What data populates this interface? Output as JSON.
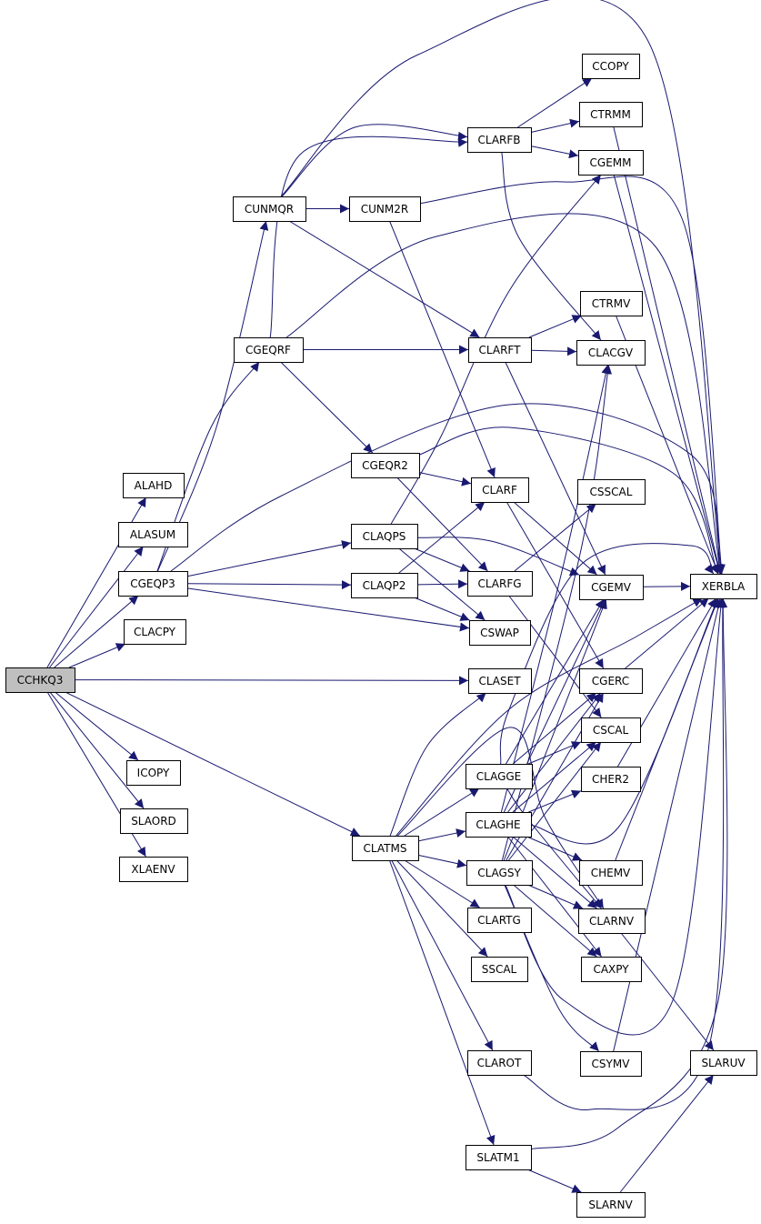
{
  "graph": {
    "root": "CCHKQ3",
    "colors": {
      "edge": "#191970",
      "root_fill": "#bfbfbf",
      "node_fill": "#ffffff",
      "node_stroke": "#000000",
      "text": "#000000"
    },
    "nodes": [
      {
        "id": "CCHKQ3",
        "label": "CCHKQ3"
      },
      {
        "id": "ALAHD",
        "label": "ALAHD"
      },
      {
        "id": "ALASUM",
        "label": "ALASUM"
      },
      {
        "id": "CGEQP3",
        "label": "CGEQP3"
      },
      {
        "id": "CLACPY",
        "label": "CLACPY"
      },
      {
        "id": "ICOPY",
        "label": "ICOPY"
      },
      {
        "id": "SLAORD",
        "label": "SLAORD"
      },
      {
        "id": "XLAENV",
        "label": "XLAENV"
      },
      {
        "id": "CUNMQR",
        "label": "CUNMQR"
      },
      {
        "id": "CGEQRF",
        "label": "CGEQRF"
      },
      {
        "id": "CUNM2R",
        "label": "CUNM2R"
      },
      {
        "id": "CGEQR2",
        "label": "CGEQR2"
      },
      {
        "id": "CLAQPS",
        "label": "CLAQPS"
      },
      {
        "id": "CLAQP2",
        "label": "CLAQP2"
      },
      {
        "id": "CLATMS",
        "label": "CLATMS"
      },
      {
        "id": "CLARFB",
        "label": "CLARFB"
      },
      {
        "id": "CLARFT",
        "label": "CLARFT"
      },
      {
        "id": "CLARF",
        "label": "CLARF"
      },
      {
        "id": "CLARFG",
        "label": "CLARFG"
      },
      {
        "id": "CSWAP",
        "label": "CSWAP"
      },
      {
        "id": "CLASET",
        "label": "CLASET"
      },
      {
        "id": "CLAGGE",
        "label": "CLAGGE"
      },
      {
        "id": "CLAGHE",
        "label": "CLAGHE"
      },
      {
        "id": "CLAGSY",
        "label": "CLAGSY"
      },
      {
        "id": "CLARTG",
        "label": "CLARTG"
      },
      {
        "id": "SSCAL",
        "label": "SSCAL"
      },
      {
        "id": "CLAROT",
        "label": "CLAROT"
      },
      {
        "id": "SLATM1",
        "label": "SLATM1"
      },
      {
        "id": "CCOPY",
        "label": "CCOPY"
      },
      {
        "id": "CTRMM",
        "label": "CTRMM"
      },
      {
        "id": "CGEMM",
        "label": "CGEMM"
      },
      {
        "id": "CTRMV",
        "label": "CTRMV"
      },
      {
        "id": "CLACGV",
        "label": "CLACGV"
      },
      {
        "id": "CSSCAL",
        "label": "CSSCAL"
      },
      {
        "id": "CGEMV",
        "label": "CGEMV"
      },
      {
        "id": "CGERC",
        "label": "CGERC"
      },
      {
        "id": "CSCAL",
        "label": "CSCAL"
      },
      {
        "id": "CHER2",
        "label": "CHER2"
      },
      {
        "id": "CHEMV",
        "label": "CHEMV"
      },
      {
        "id": "CLARNV",
        "label": "CLARNV"
      },
      {
        "id": "CAXPY",
        "label": "CAXPY"
      },
      {
        "id": "CSYMV",
        "label": "CSYMV"
      },
      {
        "id": "SLARNV",
        "label": "SLARNV"
      },
      {
        "id": "XERBLA",
        "label": "XERBLA"
      },
      {
        "id": "SLARUV",
        "label": "SLARUV"
      }
    ],
    "edges": [
      [
        "CCHKQ3",
        "ALAHD"
      ],
      [
        "CCHKQ3",
        "ALASUM"
      ],
      [
        "CCHKQ3",
        "CGEQP3"
      ],
      [
        "CCHKQ3",
        "CLACPY"
      ],
      [
        "CCHKQ3",
        "CLASET"
      ],
      [
        "CCHKQ3",
        "ICOPY"
      ],
      [
        "CCHKQ3",
        "SLAORD"
      ],
      [
        "CCHKQ3",
        "XLAENV"
      ],
      [
        "CCHKQ3",
        "CLATMS"
      ],
      [
        "CGEQP3",
        "CUNMQR"
      ],
      [
        "CGEQP3",
        "CGEQRF"
      ],
      [
        "CGEQP3",
        "CLAQPS"
      ],
      [
        "CGEQP3",
        "CLAQP2"
      ],
      [
        "CGEQP3",
        "CSWAP"
      ],
      [
        "CGEQP3",
        "XERBLA"
      ],
      [
        "CUNMQR",
        "CLARFB"
      ],
      [
        "CUNMQR",
        "CUNM2R"
      ],
      [
        "CUNMQR",
        "CLARFT"
      ],
      [
        "CUNMQR",
        "XERBLA"
      ],
      [
        "CGEQRF",
        "CLARFB"
      ],
      [
        "CGEQRF",
        "CLARFT"
      ],
      [
        "CGEQRF",
        "CGEQR2"
      ],
      [
        "CGEQRF",
        "XERBLA"
      ],
      [
        "CUNM2R",
        "CLARF"
      ],
      [
        "CUNM2R",
        "XERBLA"
      ],
      [
        "CGEQR2",
        "CLARF"
      ],
      [
        "CGEQR2",
        "CLARFG"
      ],
      [
        "CGEQR2",
        "XERBLA"
      ],
      [
        "CLAQPS",
        "CGEMM"
      ],
      [
        "CLAQPS",
        "CLARFG"
      ],
      [
        "CLAQPS",
        "CGEMV"
      ],
      [
        "CLAQPS",
        "CSWAP"
      ],
      [
        "CLAQP2",
        "CLARF"
      ],
      [
        "CLAQP2",
        "CLARFG"
      ],
      [
        "CLAQP2",
        "CSWAP"
      ],
      [
        "CLARFB",
        "CCOPY"
      ],
      [
        "CLARFB",
        "CTRMM"
      ],
      [
        "CLARFB",
        "CGEMM"
      ],
      [
        "CLARFB",
        "CLACGV"
      ],
      [
        "CLARFT",
        "CTRMV"
      ],
      [
        "CLARFT",
        "CLACGV"
      ],
      [
        "CLARFT",
        "CGEMV"
      ],
      [
        "CLARF",
        "CGEMV"
      ],
      [
        "CLARF",
        "CGERC"
      ],
      [
        "CLARFG",
        "CSSCAL"
      ],
      [
        "CLARFG",
        "CSCAL"
      ],
      [
        "CTRMM",
        "XERBLA"
      ],
      [
        "CGEMM",
        "XERBLA"
      ],
      [
        "CTRMV",
        "XERBLA"
      ],
      [
        "CGEMV",
        "XERBLA"
      ],
      [
        "CGERC",
        "XERBLA"
      ],
      [
        "CHER2",
        "XERBLA"
      ],
      [
        "CHEMV",
        "XERBLA"
      ],
      [
        "CSYMV",
        "XERBLA"
      ],
      [
        "CLATMS",
        "CLASET"
      ],
      [
        "CLATMS",
        "CLAGGE"
      ],
      [
        "CLATMS",
        "CLAGHE"
      ],
      [
        "CLATMS",
        "CLAGSY"
      ],
      [
        "CLATMS",
        "CLARTG"
      ],
      [
        "CLATMS",
        "SSCAL"
      ],
      [
        "CLATMS",
        "CLAROT"
      ],
      [
        "CLATMS",
        "SLATM1"
      ],
      [
        "CLATMS",
        "CLARNV"
      ],
      [
        "CLATMS",
        "XERBLA"
      ],
      [
        "CLAGGE",
        "CGEMV"
      ],
      [
        "CLAGGE",
        "CGERC"
      ],
      [
        "CLAGGE",
        "CSCAL"
      ],
      [
        "CLAGGE",
        "CLARNV"
      ],
      [
        "CLAGGE",
        "XERBLA"
      ],
      [
        "CLAGHE",
        "CLACGV"
      ],
      [
        "CLAGHE",
        "CGEMV"
      ],
      [
        "CLAGHE",
        "CGERC"
      ],
      [
        "CLAGHE",
        "CSCAL"
      ],
      [
        "CLAGHE",
        "CHER2"
      ],
      [
        "CLAGHE",
        "CHEMV"
      ],
      [
        "CLAGHE",
        "CLARNV"
      ],
      [
        "CLAGHE",
        "CAXPY"
      ],
      [
        "CLAGHE",
        "XERBLA"
      ],
      [
        "CLAGSY",
        "CLACGV"
      ],
      [
        "CLAGSY",
        "CGEMV"
      ],
      [
        "CLAGSY",
        "CGERC"
      ],
      [
        "CLAGSY",
        "CSCAL"
      ],
      [
        "CLAGSY",
        "CLARNV"
      ],
      [
        "CLAGSY",
        "CAXPY"
      ],
      [
        "CLAGSY",
        "CSYMV"
      ],
      [
        "CLAGSY",
        "XERBLA"
      ],
      [
        "CLAROT",
        "XERBLA"
      ],
      [
        "SLATM1",
        "SLARNV"
      ],
      [
        "SLATM1",
        "XERBLA"
      ],
      [
        "CLARNV",
        "SLARUV"
      ],
      [
        "SLARNV",
        "SLARUV"
      ]
    ]
  }
}
